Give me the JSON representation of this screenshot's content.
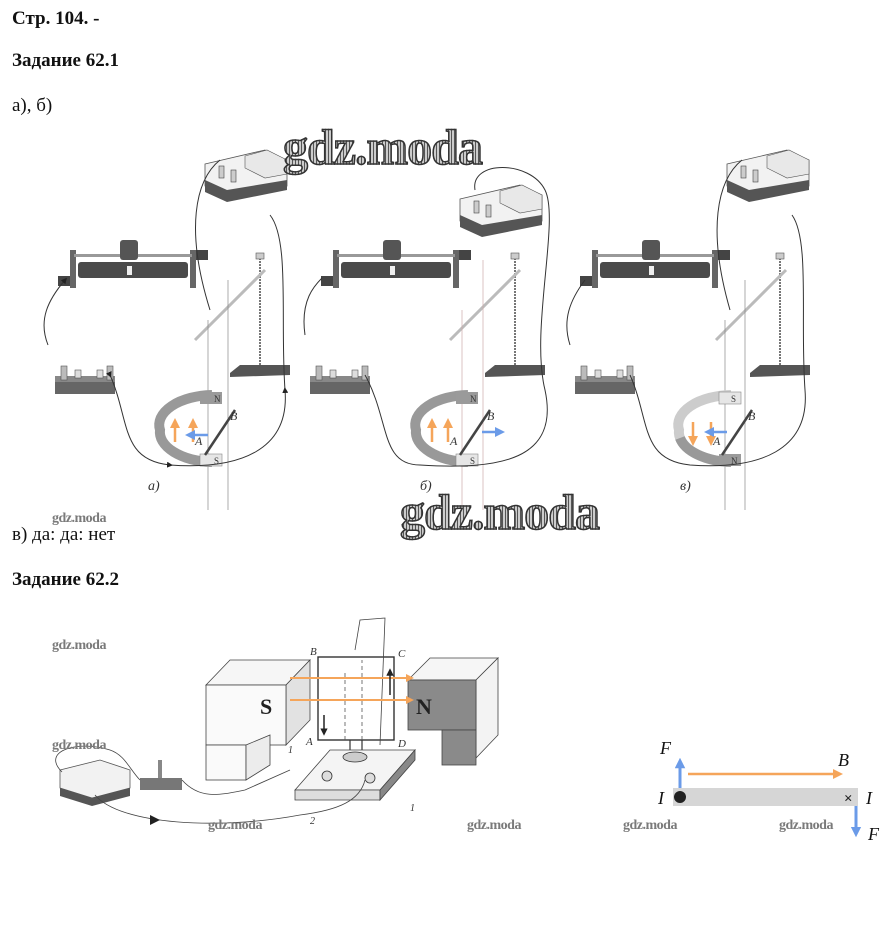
{
  "header": {
    "page_label": "Стр. 104. -"
  },
  "task_62_1": {
    "title": "Задание 62.1",
    "subtitle": "а), б)",
    "figures": [
      {
        "caption": "а)",
        "top_pole": "N",
        "bottom_pole": "S",
        "point_a": "A",
        "point_b": "B",
        "field_arrow_direction": "up",
        "force_arrow_direction": "left"
      },
      {
        "caption": "б)",
        "top_pole": "N",
        "bottom_pole": "S",
        "point_a": "A",
        "point_b": "B",
        "field_arrow_direction": "up",
        "force_arrow_direction": "right"
      },
      {
        "caption": "в)",
        "top_pole": "S",
        "bottom_pole": "N",
        "point_a": "A",
        "point_b": "B",
        "field_arrow_direction": "down",
        "force_arrow_direction": "left"
      }
    ],
    "answer_c": "в) да: да: нет"
  },
  "task_62_2": {
    "title": "Задание 62.2",
    "apparatus": {
      "magnet_left": "S",
      "magnet_right": "N",
      "corner_labels": [
        "A",
        "B",
        "C",
        "D"
      ],
      "part_labels": [
        "1",
        "1",
        "2"
      ]
    },
    "vector_diagram": {
      "force_up_label": "F",
      "force_down_label": "F",
      "field_label": "B",
      "current_left_label": "I",
      "current_right_label": "I",
      "current_left_symbol": "dot",
      "current_right_symbol": "cross"
    }
  },
  "watermarks": {
    "text": "gdz.moda"
  },
  "colors": {
    "field_arrow": "#f5a55a",
    "force_arrow": "#6b9be8",
    "conductor_bar": "#d6d6d6",
    "magnet_gray": "#9a9a9a",
    "magnet_dark": "#7f7f7f"
  }
}
